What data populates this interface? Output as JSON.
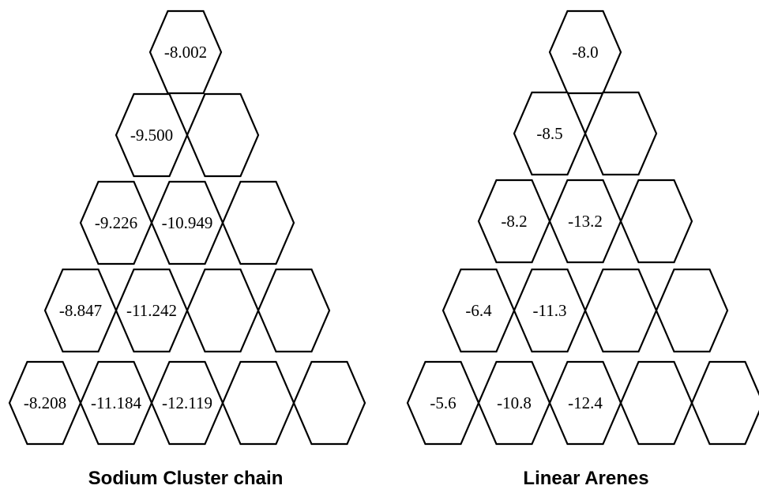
{
  "panels": [
    {
      "title": "Sodium Cluster chain",
      "rows": [
        [
          "-8.002"
        ],
        [
          "-9.500",
          ""
        ],
        [
          "-9.226",
          "-10.949",
          ""
        ],
        [
          "-8.847",
          "-11.242",
          "",
          ""
        ],
        [
          "-8.208",
          "-11.184",
          "-12.119",
          "",
          ""
        ]
      ]
    },
    {
      "title": "Linear Arenes",
      "rows": [
        [
          "-8.0"
        ],
        [
          "-8.5",
          ""
        ],
        [
          "-8.2",
          "-13.2",
          ""
        ],
        [
          "-6.4",
          "-11.3",
          "",
          ""
        ],
        [
          "-5.6",
          "-10.8",
          "-12.4",
          "",
          ""
        ]
      ]
    }
  ]
}
